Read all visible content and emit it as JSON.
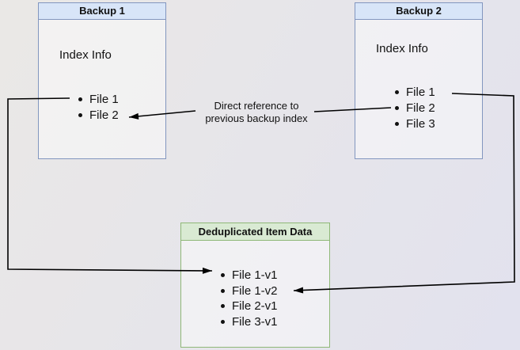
{
  "backup1": {
    "title": "Backup 1",
    "subtitle": "Index Info",
    "items": [
      "File 1",
      "File 2"
    ]
  },
  "backup2": {
    "title": "Backup 2",
    "subtitle": "Index Info",
    "items": [
      "File 1",
      "File 2",
      "File 3"
    ]
  },
  "dedup": {
    "title": "Deduplicated Item Data",
    "items": [
      "File 1-v1",
      "File 1-v2",
      "File 2-v1",
      "File 3-v1"
    ]
  },
  "edge_label": {
    "line1": "Direct reference to",
    "line2": "previous backup index"
  },
  "colors": {
    "blue_fill": "#d8e5f8",
    "blue_border": "#8296bf",
    "green_fill": "#d9ead3",
    "green_border": "#8fb878",
    "box_body_fill": "rgba(255,255,255,0.45)",
    "arrow": "#000000",
    "text": "#111111",
    "bg_start": "#eae8e6",
    "bg_end": "#e2e2ee"
  }
}
